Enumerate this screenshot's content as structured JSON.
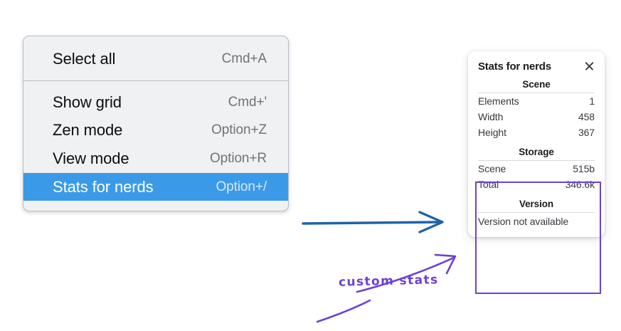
{
  "context_menu": {
    "name": "context-menu",
    "sections": [
      {
        "items": [
          {
            "label": "Select all",
            "shortcut": "Cmd+A",
            "selected": false,
            "name": "menu-item-select-all"
          }
        ]
      },
      {
        "items": [
          {
            "label": "Show grid",
            "shortcut": "Cmd+'",
            "selected": false,
            "name": "menu-item-show-grid"
          },
          {
            "label": "Zen mode",
            "shortcut": "Option+Z",
            "selected": false,
            "name": "menu-item-zen-mode"
          },
          {
            "label": "View mode",
            "shortcut": "Option+R",
            "selected": false,
            "name": "menu-item-view-mode"
          },
          {
            "label": "Stats for nerds",
            "shortcut": "Option+/",
            "selected": true,
            "name": "menu-item-stats-for-nerds"
          }
        ]
      }
    ],
    "colors": {
      "background": "#f0f1f3",
      "border": "#b9bfc7",
      "selected_background": "#3b9ae8",
      "selected_label": "#ffffff",
      "selected_shortcut": "#d6e9fa",
      "label": "#0d0d0d",
      "shortcut": "#6f7377"
    }
  },
  "stats_panel": {
    "title": "Stats for nerds",
    "close_icon": "close-icon",
    "sections": [
      {
        "heading": "Scene",
        "name": "stats-section-scene",
        "rows": [
          {
            "key": "Elements",
            "value": "1"
          },
          {
            "key": "Width",
            "value": "458"
          },
          {
            "key": "Height",
            "value": "367"
          }
        ]
      },
      {
        "heading": "Storage",
        "name": "stats-section-storage",
        "rows": [
          {
            "key": "Scene",
            "value": "515b"
          },
          {
            "key": "Total",
            "value": "346.6k"
          }
        ]
      },
      {
        "heading": "Version",
        "name": "stats-section-version",
        "rows": [],
        "plain_rows": [
          "Version not available"
        ]
      }
    ],
    "colors": {
      "background": "#ffffff",
      "title": "#1b1b1f",
      "text": "#3a3a40",
      "rule": "#d9d9dd"
    }
  },
  "annotations": {
    "flow_arrow": {
      "name": "flow-arrow",
      "color": "#1f63a8",
      "direction": "right",
      "from": "context-menu",
      "to": "stats-panel"
    },
    "handwritten_note": {
      "text": "custom stats",
      "color": "#6c41d6",
      "name": "handwritten-note-custom-stats"
    },
    "highlight_box": {
      "name": "custom-stats-highlight",
      "color": "#6c41d6",
      "targets": [
        "Storage",
        "Version"
      ]
    }
  }
}
